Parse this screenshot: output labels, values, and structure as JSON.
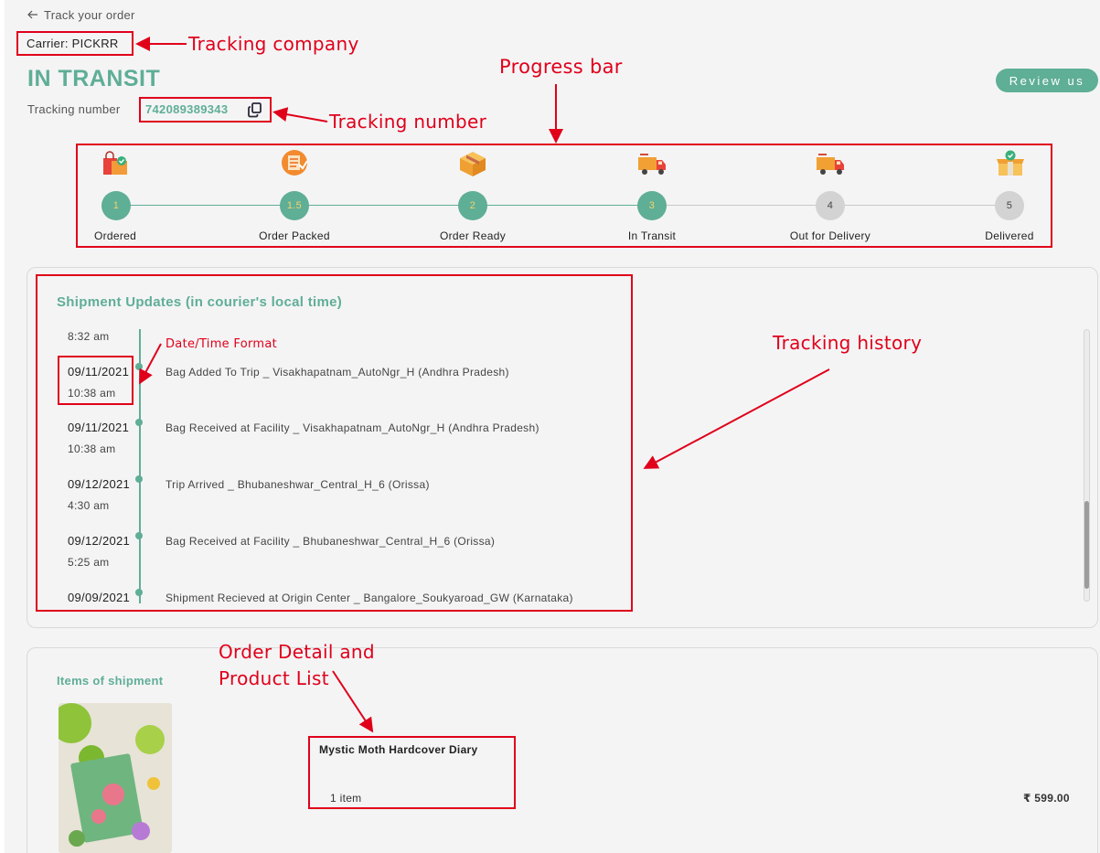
{
  "header": {
    "back_label": "Track your order",
    "carrier": "Carrier: PICKRR",
    "status": "IN TRANSIT",
    "tracking_label": "Tracking number",
    "tracking_number": "742089389343",
    "review_button": "Review us"
  },
  "progress": {
    "steps": [
      {
        "number": "1",
        "label": "Ordered",
        "done": true,
        "icon": "shopping-bag-icon"
      },
      {
        "number": "1.5",
        "label": "Order Packed",
        "done": true,
        "icon": "packing-checklist-icon"
      },
      {
        "number": "2",
        "label": "Order Ready",
        "done": true,
        "icon": "package-box-icon"
      },
      {
        "number": "3",
        "label": "In Transit",
        "done": true,
        "icon": "delivery-truck-icon"
      },
      {
        "number": "4",
        "label": "Out for Delivery",
        "done": false,
        "icon": "delivery-truck-icon"
      },
      {
        "number": "5",
        "label": "Delivered",
        "done": false,
        "icon": "delivered-box-icon"
      }
    ]
  },
  "shipment_updates": {
    "title": "Shipment Updates (in courier's local time)",
    "first_time": "8:32 am",
    "events": [
      {
        "date": "09/11/2021",
        "time": "10:38 am",
        "description": "Bag Added To Trip _ Visakhapatnam_AutoNgr_H (Andhra Pradesh)"
      },
      {
        "date": "09/11/2021",
        "time": "10:38 am",
        "description": "Bag Received at Facility _ Visakhapatnam_AutoNgr_H (Andhra Pradesh)"
      },
      {
        "date": "09/12/2021",
        "time": "4:30 am",
        "description": "Trip Arrived _ Bhubaneshwar_Central_H_6 (Orissa)"
      },
      {
        "date": "09/12/2021",
        "time": "5:25 am",
        "description": "Bag Received at Facility _ Bhubaneshwar_Central_H_6 (Orissa)"
      },
      {
        "date": "09/09/2021",
        "time": "",
        "description": "Shipment Recieved at Origin Center _ Bangalore_Soukyaroad_GW (Karnataka)"
      }
    ]
  },
  "items": {
    "title": "Items of shipment",
    "products": [
      {
        "name": "Mystic Moth Hardcover Diary",
        "quantity": "1 item",
        "price": "₹ 599.00"
      }
    ]
  },
  "annotations": {
    "tracking_company": "Tracking company",
    "progress_bar": "Progress bar",
    "tracking_number": "Tracking number",
    "date_time_format": "Date/Time Format",
    "tracking_history": "Tracking history",
    "order_detail_line1": "Order Detail and",
    "order_detail_line2": "Product List"
  },
  "colors": {
    "accent": "#5fae96",
    "annotation": "#e0001a",
    "pending_step": "#d3d3d3"
  }
}
